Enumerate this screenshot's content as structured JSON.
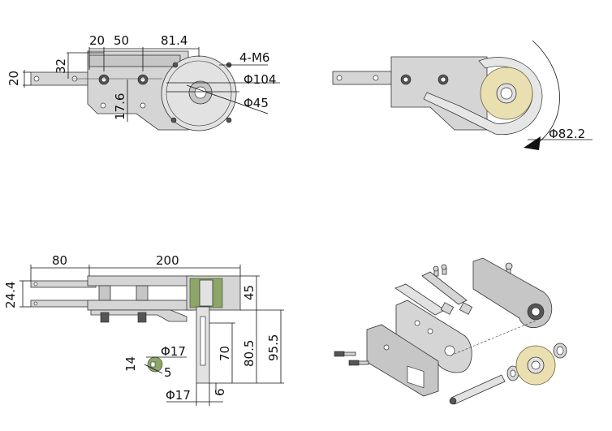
{
  "views": {
    "front": {
      "dims": {
        "d20": "20",
        "d50": "50",
        "d81": "81.4",
        "thread": "4-M6",
        "dia104": "Φ104",
        "dia45": "Φ45",
        "h32": "32",
        "h20": "20",
        "h17": "17.6"
      }
    },
    "perspective_chain": {
      "dims": {
        "dia82": "Φ82.2"
      }
    },
    "side": {
      "dims": {
        "w80": "80",
        "w200": "200",
        "h24": "24.4",
        "h45": "45",
        "shaft_dia": "Φ17",
        "hole_dia": "Φ17",
        "h14": "14",
        "key5": "5",
        "h70": "70",
        "h80": "80.5",
        "h95": "95.5",
        "h6": "6"
      }
    }
  }
}
